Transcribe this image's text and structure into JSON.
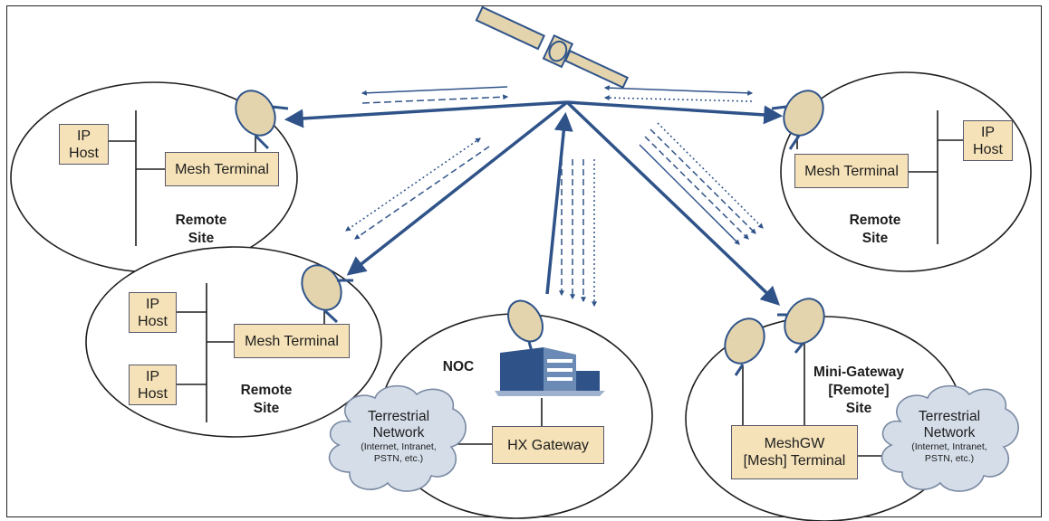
{
  "sites": {
    "remote_top_left": {
      "label_line1": "Remote",
      "label_line2": "Site",
      "terminal": "Mesh Terminal",
      "host1": "IP\nHost"
    },
    "remote_bottom_left": {
      "label_line1": "Remote",
      "label_line2": "Site",
      "terminal": "Mesh Terminal",
      "host1": "IP\nHost",
      "host2": "IP\nHost"
    },
    "remote_right": {
      "label_line1": "Remote",
      "label_line2": "Site",
      "terminal": "Mesh Terminal",
      "host1": "IP\nHost"
    },
    "noc": {
      "label": "NOC",
      "gateway": "HX Gateway",
      "cloud_title1": "Terrestrial",
      "cloud_title2": "Network",
      "cloud_sub1": "(Internet, Intranet,",
      "cloud_sub2": "PSTN, etc.)"
    },
    "mini_gateway": {
      "label_line1": "Mini-Gateway",
      "label_line2": "[Remote]",
      "label_line3": "Site",
      "terminal_line1": "MeshGW",
      "terminal_line2": "[Mesh] Terminal",
      "cloud_title1": "Terrestrial",
      "cloud_title2": "Network",
      "cloud_sub1": "(Internet, Intranet,",
      "cloud_sub2": "PSTN, etc.)"
    }
  },
  "colors": {
    "link": "#2f5389",
    "box_fill": "#f5e2b8",
    "dish_fill": "#e3d4ad",
    "cloud_fill": "#d4dde8",
    "building": "#2f5389"
  }
}
